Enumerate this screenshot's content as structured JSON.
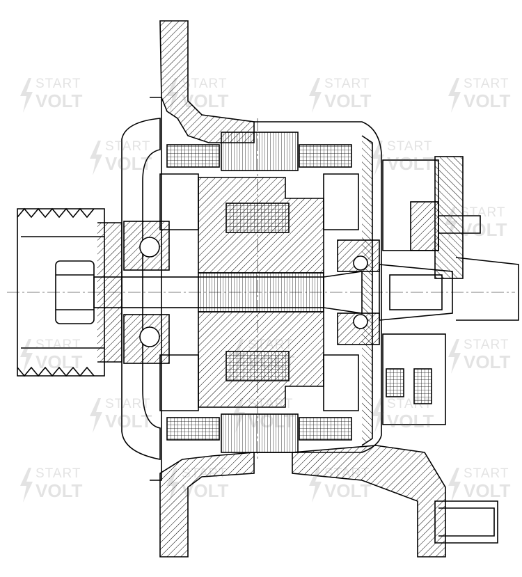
{
  "watermark": {
    "line1": "START",
    "line2": "VOLT",
    "color": "#555555"
  },
  "drawing": {
    "subject": "alternator cross-section",
    "line_color": "#000000",
    "background": "#ffffff"
  }
}
